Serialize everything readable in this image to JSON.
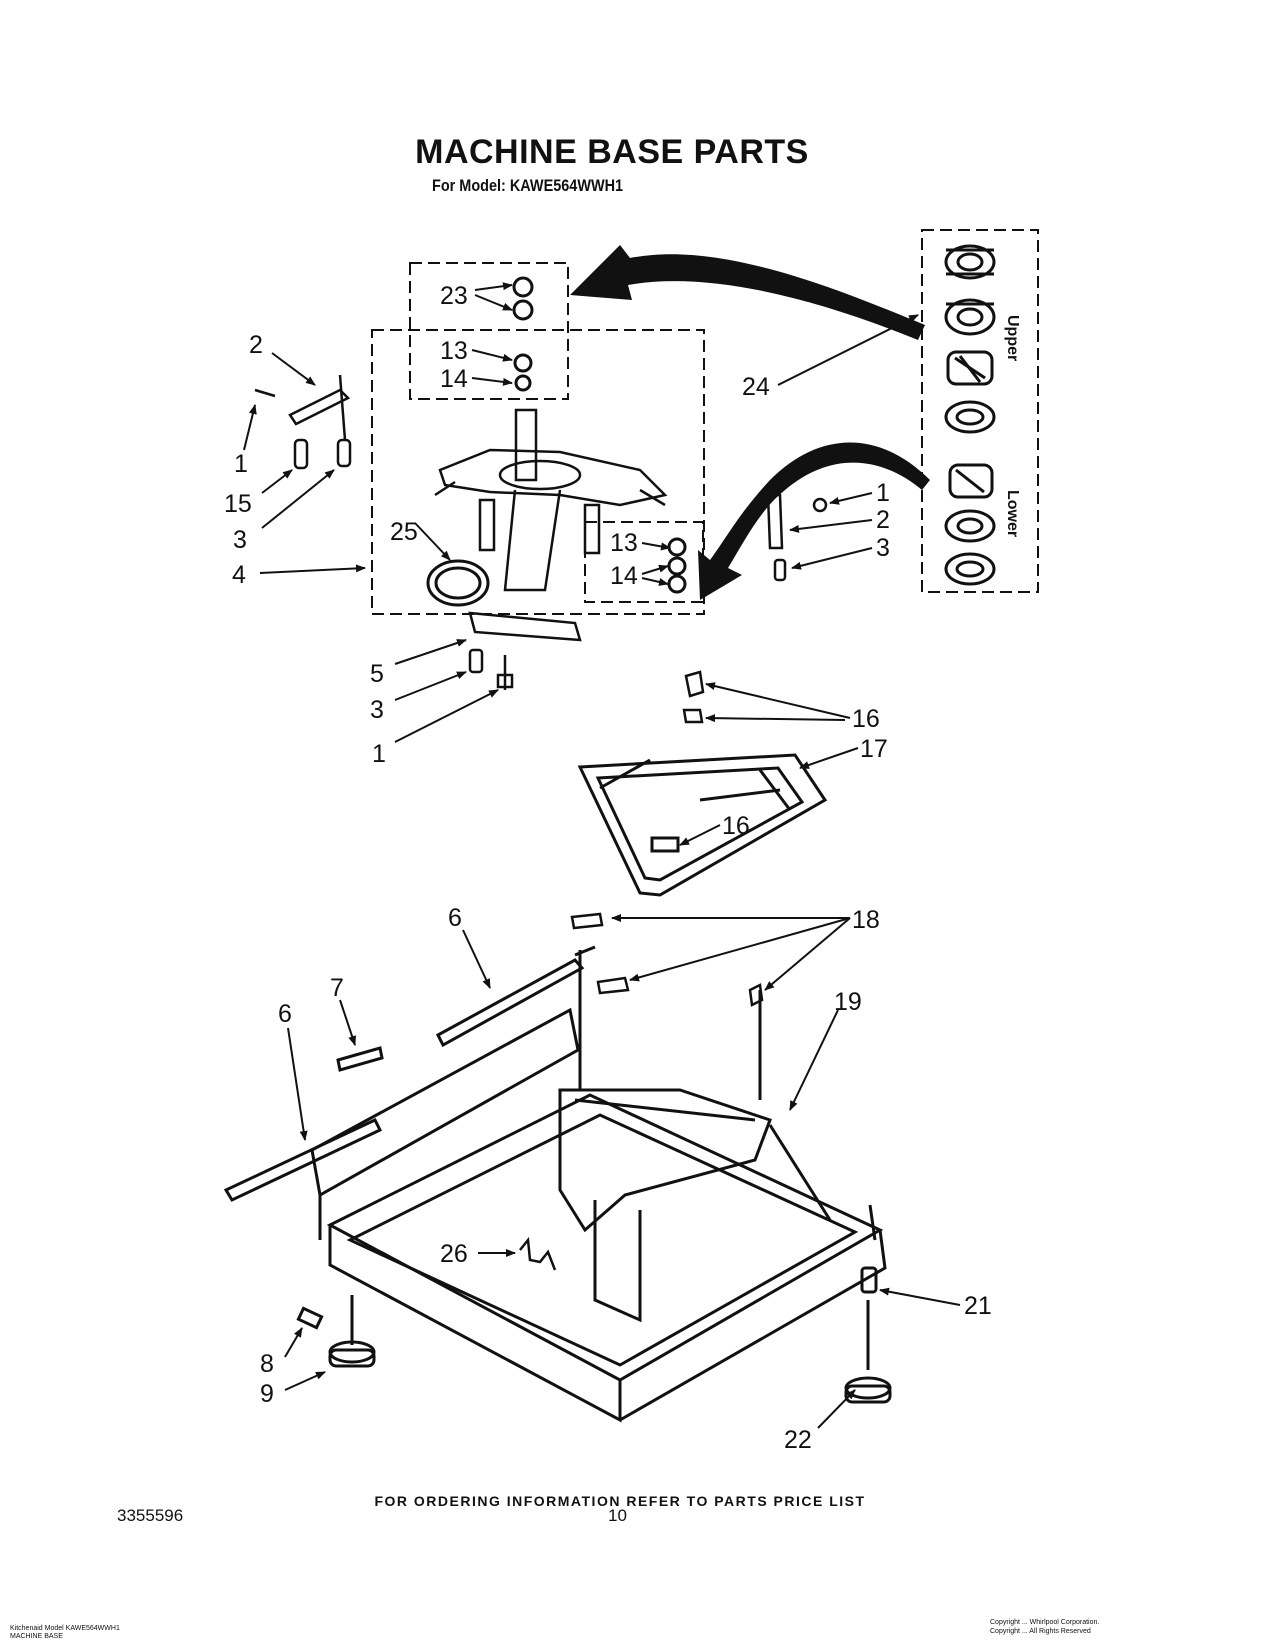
{
  "title": "MACHINE BASE PARTS",
  "subtitle": "For Model: KAWE564WWH1",
  "inset": {
    "upper_label": "Upper",
    "lower_label": "Lower"
  },
  "callouts": [
    {
      "key": "c23",
      "text": "23"
    },
    {
      "key": "c13a",
      "text": "13"
    },
    {
      "key": "c14a",
      "text": "14"
    },
    {
      "key": "c2a",
      "text": "2"
    },
    {
      "key": "c1a",
      "text": "1"
    },
    {
      "key": "c15",
      "text": "15"
    },
    {
      "key": "c3a",
      "text": "3"
    },
    {
      "key": "c25",
      "text": "25"
    },
    {
      "key": "c4",
      "text": "4"
    },
    {
      "key": "c13b",
      "text": "13"
    },
    {
      "key": "c14b",
      "text": "14"
    },
    {
      "key": "c24",
      "text": "24"
    },
    {
      "key": "c1b",
      "text": "1"
    },
    {
      "key": "c2b",
      "text": "2"
    },
    {
      "key": "c3b",
      "text": "3"
    },
    {
      "key": "c5",
      "text": "5"
    },
    {
      "key": "c3c",
      "text": "3"
    },
    {
      "key": "c1c",
      "text": "1"
    },
    {
      "key": "c16a",
      "text": "16"
    },
    {
      "key": "c17",
      "text": "17"
    },
    {
      "key": "c16b",
      "text": "16"
    },
    {
      "key": "c6a",
      "text": "6"
    },
    {
      "key": "c18",
      "text": "18"
    },
    {
      "key": "c7",
      "text": "7"
    },
    {
      "key": "c6b",
      "text": "6"
    },
    {
      "key": "c19",
      "text": "19"
    },
    {
      "key": "c26",
      "text": "26"
    },
    {
      "key": "c21",
      "text": "21"
    },
    {
      "key": "c8",
      "text": "8"
    },
    {
      "key": "c9",
      "text": "9"
    },
    {
      "key": "c22",
      "text": "22"
    }
  ],
  "ordering_note": "FOR ORDERING INFORMATION REFER TO PARTS PRICE LIST",
  "doc_number": "3355596",
  "page_number": "10",
  "footer_left": [
    "Kitchenaid Model KAWE564WWH1",
    "MACHINE BASE"
  ],
  "footer_right": [
    "Copyright ... Whirlpool Corporation.",
    "Copyright ... All Rights Reserved"
  ]
}
